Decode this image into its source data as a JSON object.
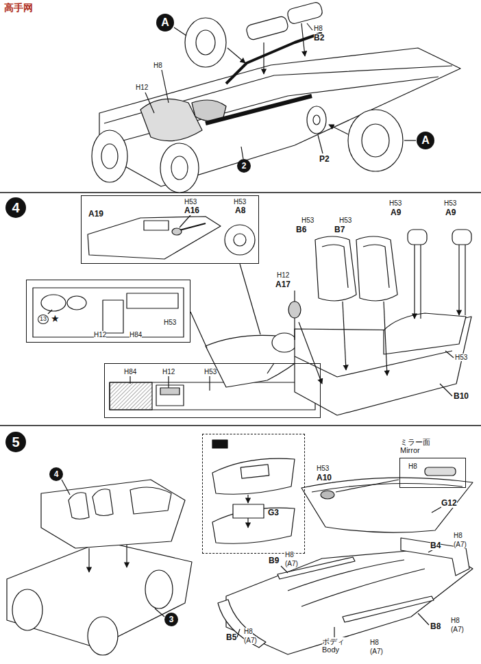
{
  "diagram": {
    "nodes": [
      {
        "text": [
          "A"
        ]
      },
      {
        "text": [
          "A"
        ]
      },
      {
        "text": [
          "2"
        ]
      },
      {
        "text": [
          "4"
        ]
      },
      {
        "text": [
          "H53",
          "A16",
          "H53",
          "A8",
          "A19"
        ]
      },
      {
        "text": [
          "13",
          "★",
          "H12",
          "H84",
          "H53"
        ]
      },
      {
        "text": [
          "H84",
          "H12",
          "H53"
        ]
      },
      {
        "text": [
          "5"
        ]
      },
      {
        "text": [
          "4"
        ]
      },
      {
        "text": [
          "3"
        ]
      },
      {
        "text": [
          "G3"
        ]
      },
      {
        "text": [
          "ミラー面 Mirror",
          "H8"
        ]
      }
    ],
    "labels": [
      "高手网",
      "H8",
      "B2",
      "H8",
      "H12",
      "P2",
      "H53",
      "B6",
      "H53",
      "B7",
      "H53",
      "A9",
      "H53",
      "A9",
      "H12",
      "A17",
      "H53",
      "B10",
      "H53",
      "A10",
      "G12",
      "H8",
      "B4",
      "(A7)",
      "B9",
      "H8",
      "(A7)",
      "B8",
      "H8",
      "(A7)",
      "B5",
      "H8",
      "(A7)",
      "ボディ Body",
      "H8",
      "(A7)"
    ]
  }
}
